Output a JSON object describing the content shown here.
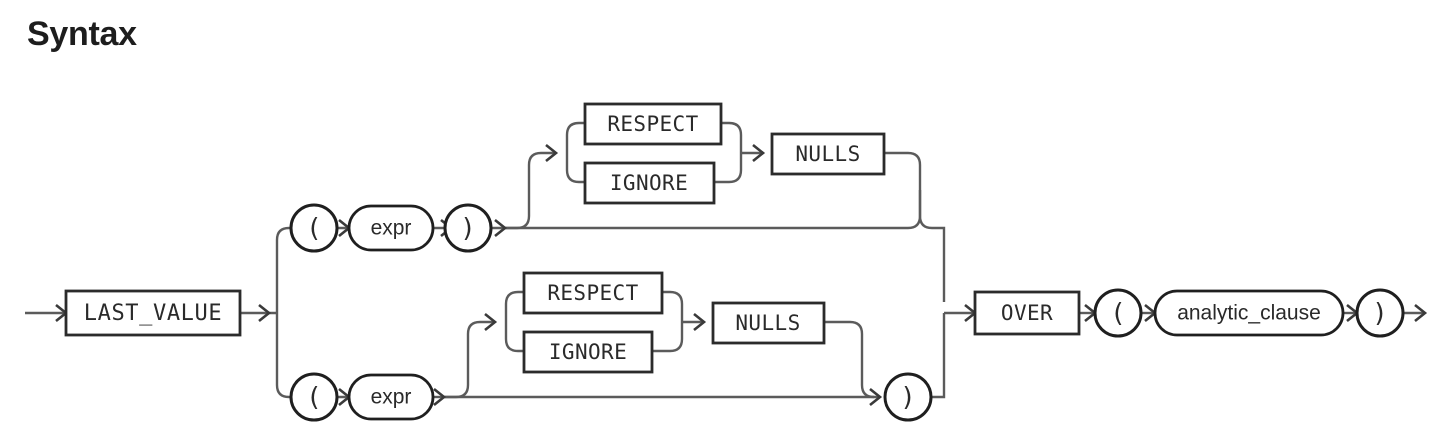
{
  "page": {
    "title": "Syntax",
    "background_color": "#ffffff"
  },
  "diagram": {
    "kind": "railroad-syntax-diagram",
    "name": "last_value-syntax",
    "description": "LAST_VALUE analytic function syntax railroad diagram",
    "line_color": "#5b5b5b",
    "node_border_color": "#2b2b2b",
    "node_fill_color": "#ffffff",
    "text_color": "#2a2a2a",
    "nodes": {
      "last_value": "LAST_VALUE",
      "open_paren": "(",
      "close_paren": ")",
      "expr": "expr",
      "respect": "RESPECT",
      "ignore": "IGNORE",
      "nulls": "NULLS",
      "over": "OVER",
      "analytic_clause": "analytic_clause"
    },
    "upper_branch": {
      "open_paren": "(",
      "expr": "expr",
      "close_paren": ")",
      "respect": "RESPECT",
      "ignore": "IGNORE",
      "nulls": "NULLS"
    },
    "lower_branch": {
      "open_paren": "(",
      "expr": "expr",
      "respect": "RESPECT",
      "ignore": "IGNORE",
      "nulls": "NULLS",
      "close_paren": ")"
    },
    "tail": {
      "over": "OVER",
      "open_paren": "(",
      "analytic_clause": "analytic_clause",
      "close_paren": ")"
    }
  }
}
